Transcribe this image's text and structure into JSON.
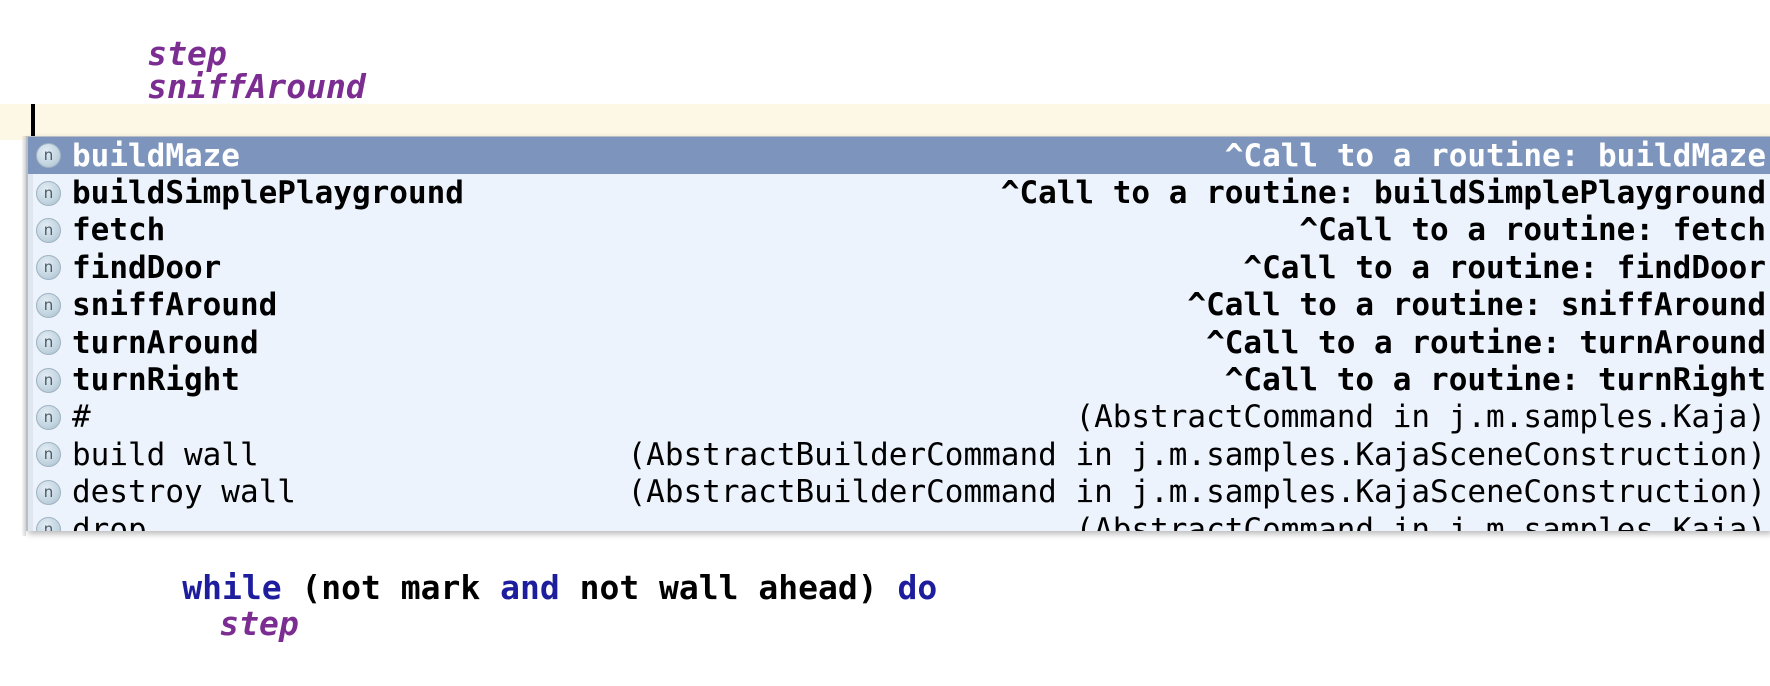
{
  "editor": {
    "top_lines": [
      {
        "indent": 1,
        "tokens": [
          {
            "text": "step",
            "kind": "routine"
          }
        ]
      },
      {
        "indent": 1,
        "tokens": [
          {
            "text": "sniffAround",
            "kind": "routine"
          }
        ]
      }
    ],
    "current_line_text": "",
    "bottom_lines": [
      {
        "indent": 2,
        "tokens": [
          {
            "text": "while",
            "kind": "keyword"
          },
          {
            "text": " (not mark ",
            "kind": "plain"
          },
          {
            "text": "and",
            "kind": "keyword"
          },
          {
            "text": " not wall ahead) ",
            "kind": "plain"
          },
          {
            "text": "do",
            "kind": "keyword"
          }
        ]
      },
      {
        "indent": 3,
        "tokens": [
          {
            "text": "step",
            "kind": "routine"
          }
        ]
      }
    ]
  },
  "colors": {
    "routine_purple": "#7b2d91",
    "keyword_blue": "#1d1d9e",
    "current_line_cream": "#fdf8e6",
    "popup_background": "#edf3fc",
    "selection_blue": "#7d95bd",
    "selection_text": "#ffffff",
    "icon_badge": "#c5d7e2",
    "popup_border": "#b9bec6"
  },
  "completion_popup": {
    "selected_index": 0,
    "icon_glyph": "n",
    "items": [
      {
        "icon": "routine-icon",
        "label": "buildMaze",
        "description": "^Call to a routine: buildMaze",
        "bold": true,
        "selected": true
      },
      {
        "icon": "routine-icon",
        "label": "buildSimplePlayground",
        "description": "^Call to a routine: buildSimplePlayground",
        "bold": true,
        "selected": false
      },
      {
        "icon": "routine-icon",
        "label": "fetch",
        "description": "^Call to a routine: fetch",
        "bold": true,
        "selected": false
      },
      {
        "icon": "routine-icon",
        "label": "findDoor",
        "description": "^Call to a routine: findDoor",
        "bold": true,
        "selected": false
      },
      {
        "icon": "routine-icon",
        "label": "sniffAround",
        "description": "^Call to a routine: sniffAround",
        "bold": true,
        "selected": false
      },
      {
        "icon": "routine-icon",
        "label": "turnAround",
        "description": "^Call to a routine: turnAround",
        "bold": true,
        "selected": false
      },
      {
        "icon": "routine-icon",
        "label": "turnRight",
        "description": "^Call to a routine: turnRight",
        "bold": true,
        "selected": false
      },
      {
        "icon": "routine-icon",
        "label": "#",
        "description": "(AbstractCommand in j.m.samples.Kaja)",
        "bold": false,
        "selected": false
      },
      {
        "icon": "routine-icon",
        "label": "build wall",
        "description": "(AbstractBuilderCommand in j.m.samples.KajaSceneConstruction)",
        "bold": false,
        "selected": false
      },
      {
        "icon": "routine-icon",
        "label": "destroy wall",
        "description": "(AbstractBuilderCommand in j.m.samples.KajaSceneConstruction)",
        "bold": false,
        "selected": false
      },
      {
        "icon": "routine-icon",
        "label": "drop",
        "description": "(AbstractCommand in j.m.samples.Kaja)",
        "bold": false,
        "selected": false
      }
    ]
  }
}
